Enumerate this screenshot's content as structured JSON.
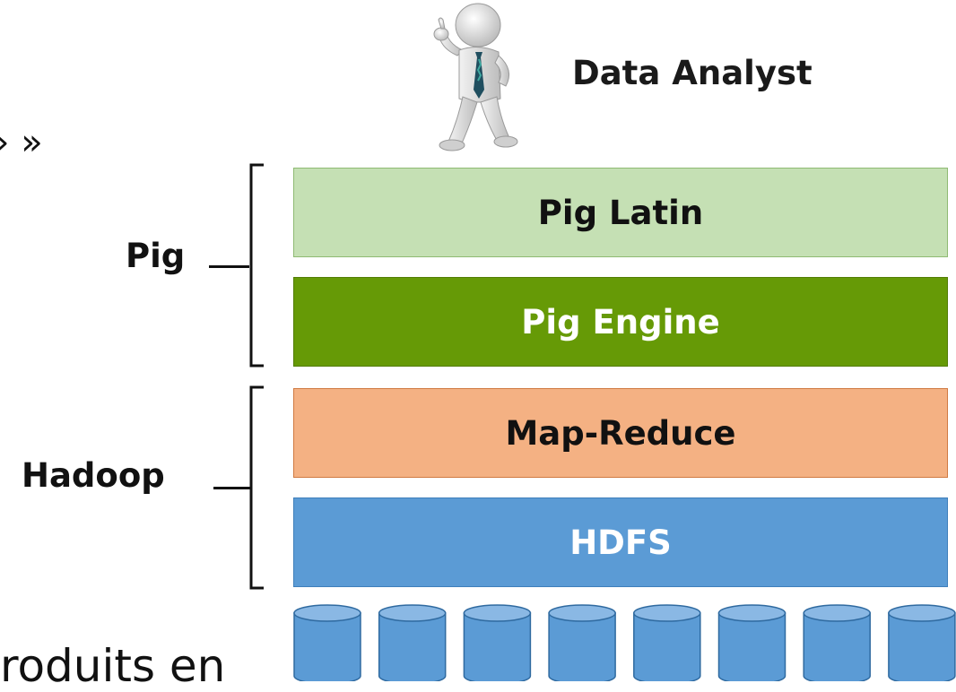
{
  "fragments": {
    "top": "» »",
    "bottom": "roduits en"
  },
  "analyst": {
    "label": "Data Analyst",
    "icon": "businessman-thumbs-up-icon"
  },
  "groups": {
    "pig": "Pig",
    "hadoop": "Hadoop"
  },
  "layers": [
    {
      "label": "Pig Latin",
      "color": "#c5e0b4"
    },
    {
      "label": "Pig Engine",
      "color": "#669a06"
    },
    {
      "label": "Map-Reduce",
      "color": "#f4b183"
    },
    {
      "label": "HDFS",
      "color": "#5b9bd5"
    }
  ],
  "storage": {
    "icon": "database-cylinder-icon",
    "count": 8,
    "color": "#5b9bd5"
  }
}
